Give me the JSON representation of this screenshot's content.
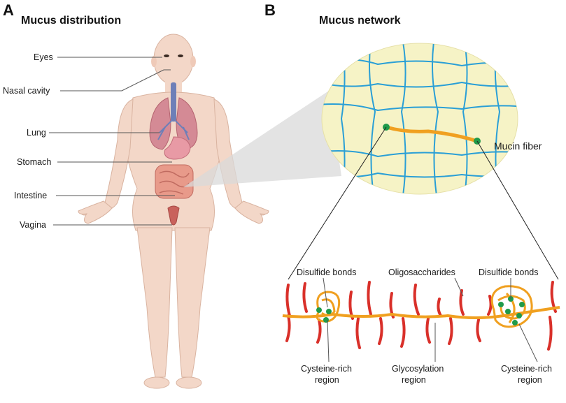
{
  "panel_a": {
    "letter": "A",
    "title": "Mucus distribution",
    "organs": [
      "Eyes",
      "Nasal cavity",
      "Lung",
      "Stomach",
      "Intestine",
      "Vagina"
    ]
  },
  "panel_b": {
    "letter": "B",
    "title": "Mucus network",
    "fiber_label": "Mucin fiber",
    "top_labels": [
      "Disulfide bonds",
      "Oligosaccharides",
      "Disulfide bonds"
    ],
    "bottom_labels": [
      [
        "Cysteine-rich",
        "region"
      ],
      [
        "Glycosylation",
        "region"
      ],
      [
        "Cysteine-rich",
        "region"
      ]
    ]
  },
  "colors": {
    "skin": "#f3d7c8",
    "skin_outline": "#d9b3a0",
    "network_bg": "#f6f3c6",
    "mesh": "#2a9fd6",
    "mucin": "#f0a020",
    "glycan": "#d9302a",
    "bond": "#1f9a4a"
  }
}
